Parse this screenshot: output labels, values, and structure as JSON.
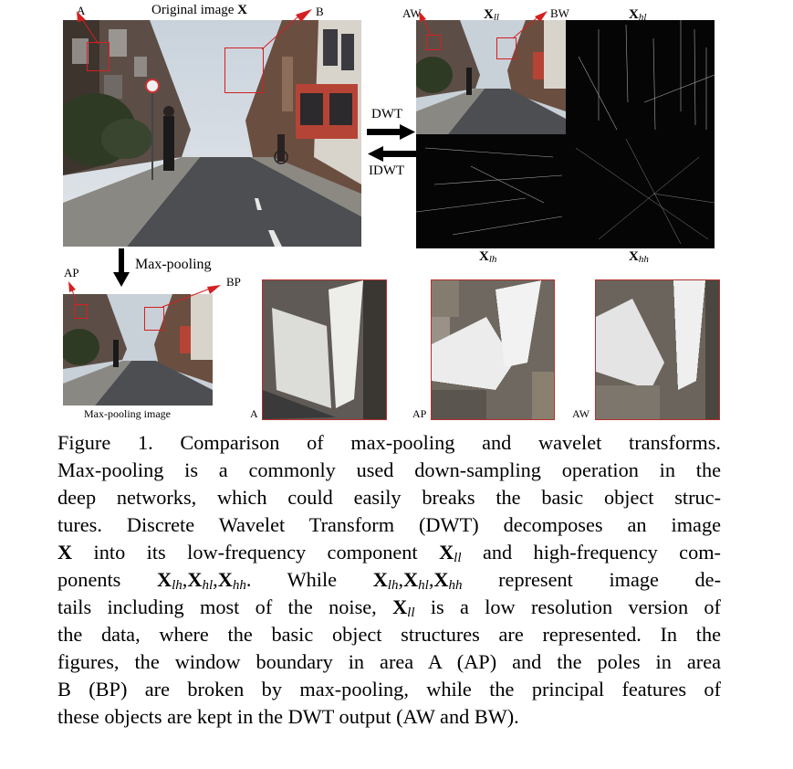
{
  "figure": {
    "original_title": "Original image",
    "original_symbol": "X",
    "label_a": "A",
    "label_b": "B",
    "label_aw": "AW",
    "label_bw": "BW",
    "label_ap": "AP",
    "label_bp": "BP",
    "sym_x": "X",
    "sub_ll": "ll",
    "sub_hl": "hl",
    "sub_lh": "lh",
    "sub_hh": "hh",
    "dwt": "DWT",
    "idwt": "IDWT",
    "maxpool_arrow_label": "Max-pooling",
    "maxpool_image_label": "Max-pooling image",
    "crop_a": "A",
    "crop_ap": "AP",
    "crop_aw": "AW"
  },
  "caption": {
    "l1a": "Figure 1. Comparison of max-pooling and wavelet transforms.",
    "l2": "Max-pooling is a commonly used down-sampling operation in the",
    "l3": "deep networks, which could easily breaks the basic object struc-",
    "l4": "tures.  Discrete Wavelet Transform (DWT) decomposes an image",
    "l5_x": "X",
    "l5a": "into its low-frequency component",
    "l5_xll": "X",
    "l5_ll": "ll",
    "l5b": "and high-frequency com-",
    "l6a": "ponents",
    "l6_x1": "X",
    "l6_lh": "lh",
    "l6_x2": "X",
    "l6_hl": "hl",
    "l6_x3": "X",
    "l6_hh": "hh",
    "l6b": ". While",
    "l6_x4": "X",
    "l6_lh2": "lh",
    "l6_x5": "X",
    "l6_hl2": "hl",
    "l6_x6": "X",
    "l6_hh2": "hh",
    "l6c": "represent image de-",
    "l7a": "tails including most of the noise,",
    "l7_x": "X",
    "l7_ll": "ll",
    "l7b": "is a low resolution version of",
    "l8": "the data, where the basic object structures are represented.  In the",
    "l9": "figures, the window boundary in area A (AP) and the poles in area",
    "l10": "B (BP) are broken by max-pooling, while the principal features of",
    "l11": "these objects are kept in the DWT output (AW and BW)."
  }
}
